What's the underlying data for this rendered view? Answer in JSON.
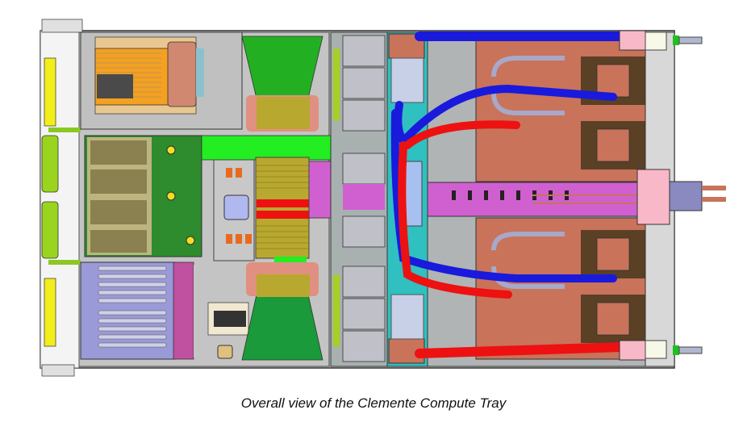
{
  "figure": {
    "caption": "Overall view of the Clemente Compute Tray",
    "components": [
      {
        "id": "front-handle-top",
        "kind": "handle"
      },
      {
        "id": "storage-bay",
        "kind": "drive-cage"
      },
      {
        "id": "dimm-module",
        "kind": "memory"
      },
      {
        "id": "io-riser",
        "kind": "pcie-cage"
      },
      {
        "id": "air-baffle-top",
        "kind": "baffle"
      },
      {
        "id": "air-baffle-bottom",
        "kind": "baffle"
      },
      {
        "id": "power-board",
        "kind": "pcb"
      },
      {
        "id": "fan-wall",
        "kind": "fans"
      },
      {
        "id": "manifold",
        "kind": "cooling"
      },
      {
        "id": "coolant-lines",
        "kind": "hoses"
      },
      {
        "id": "cold-plates",
        "kind": "cooling"
      },
      {
        "id": "rear-connectors",
        "kind": "connectors"
      }
    ],
    "colors": {
      "coolant_supply": "#1a1adc",
      "coolant_return": "#ee1111",
      "copper": "#c8735a",
      "pcb_green": "#2e8b2e",
      "bright_green": "#22ee22",
      "magenta": "#d060d0",
      "lavender": "#9a9ad8",
      "steel": "#b8bcc0",
      "label_yellow": "#f2ee1a"
    }
  }
}
